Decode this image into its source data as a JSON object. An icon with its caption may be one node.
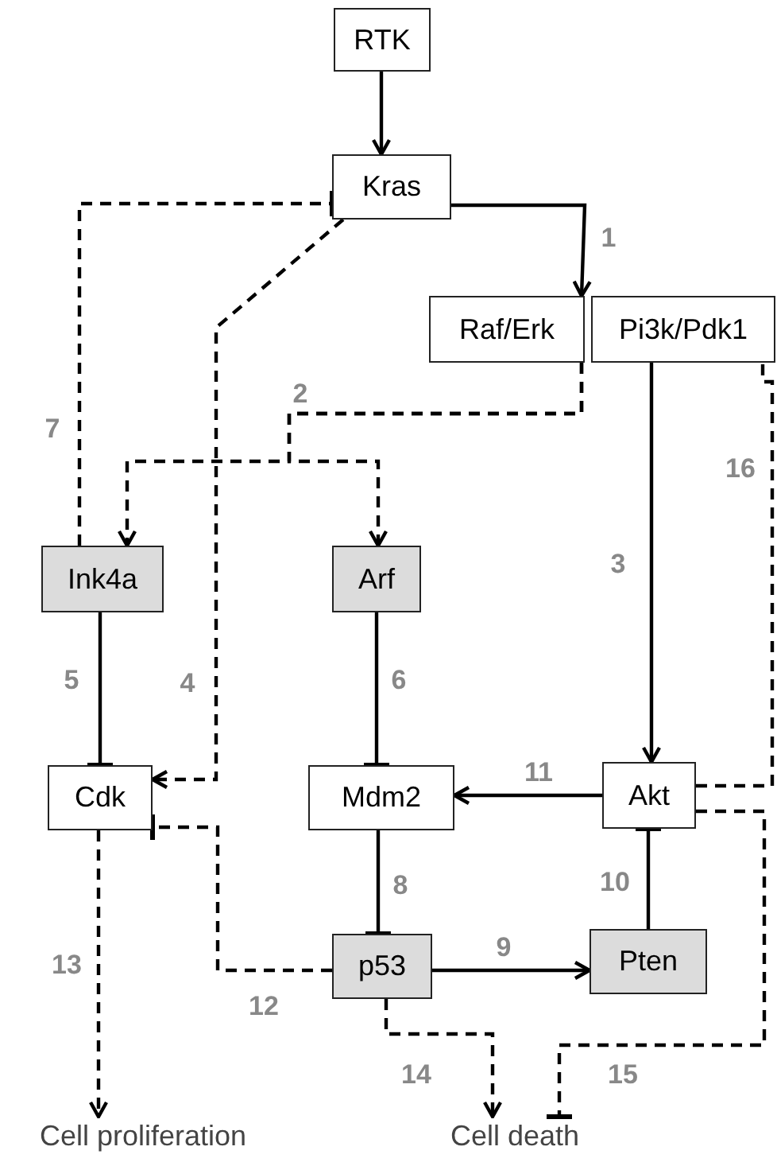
{
  "diagram": {
    "nodes": [
      {
        "text": [
          "RTK"
        ]
      },
      {
        "text": [
          "Kras"
        ]
      },
      {
        "text": [
          "Raf/Erk"
        ]
      },
      {
        "text": [
          "Pi3k/Pdk1"
        ]
      },
      {
        "text": [
          "Ink4a"
        ]
      },
      {
        "text": [
          "Arf"
        ]
      },
      {
        "text": [
          "Cdk"
        ]
      },
      {
        "text": [
          "Mdm2"
        ]
      },
      {
        "text": [
          "Akt"
        ]
      },
      {
        "text": [
          "p53"
        ]
      },
      {
        "text": [
          "Pten"
        ]
      },
      {
        "text": [
          "Cell proliferation"
        ]
      },
      {
        "text": [
          "Cell death"
        ]
      }
    ],
    "edges": [
      {
        "from": 0,
        "to": 1,
        "arrow": "to"
      },
      {
        "from": 1,
        "to": 2,
        "arrow": "to",
        "label": "1"
      },
      {
        "from": 2,
        "to": 4,
        "arrow": "to",
        "style": "dashed",
        "label": "2"
      },
      {
        "from": 2,
        "to": 5,
        "arrow": "to",
        "style": "dashed"
      },
      {
        "from": 3,
        "to": 8,
        "arrow": "to",
        "label": "3"
      },
      {
        "from": 1,
        "to": 6,
        "arrow": "to",
        "style": "dashed",
        "label": "4"
      },
      {
        "from": 4,
        "to": 6,
        "arrow": "other",
        "label": "5"
      },
      {
        "from": 5,
        "to": 7,
        "arrow": "other",
        "label": "6"
      },
      {
        "from": 4,
        "to": 1,
        "arrow": "other",
        "style": "dashed",
        "label": "7"
      },
      {
        "from": 7,
        "to": 9,
        "arrow": "other",
        "label": "8"
      },
      {
        "from": 9,
        "to": 10,
        "arrow": "to",
        "label": "9"
      },
      {
        "from": 10,
        "to": 8,
        "arrow": "other",
        "label": "10"
      },
      {
        "from": 8,
        "to": 7,
        "arrow": "to",
        "label": "11"
      },
      {
        "from": 9,
        "to": 6,
        "arrow": "other",
        "style": "dashed",
        "label": "12"
      },
      {
        "from": 6,
        "to": 11,
        "arrow": "to",
        "style": "dashed",
        "label": "13"
      },
      {
        "from": 9,
        "to": 12,
        "arrow": "to",
        "style": "dashed",
        "label": "14"
      },
      {
        "from": 8,
        "to": 12,
        "arrow": "other",
        "style": "dashed",
        "label": "15"
      },
      {
        "from": 8,
        "to": 3,
        "arrow": "none",
        "style": "dashed",
        "label": "16"
      }
    ]
  }
}
